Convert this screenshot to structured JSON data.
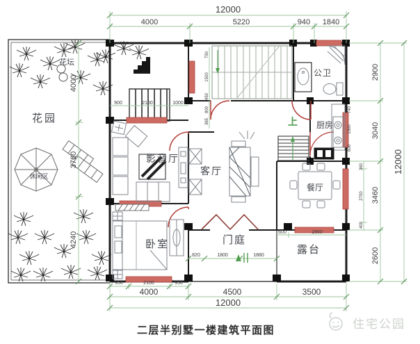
{
  "page": {
    "caption": "二层半别墅一楼建筑平面图",
    "watermark": "住宅公园"
  },
  "colors": {
    "wall": "#1c1c1c",
    "window_red": "#cd6b63",
    "door_red": "#b23b35",
    "dim_green": "#9dc49d",
    "text_dark": "#3d3d3d",
    "stair_green": "#4f9e4f",
    "watermark_gray": "#cdd2cd"
  },
  "rooms": {
    "flower_bed": "花坛",
    "garden": "花园",
    "leisure_area": "休闲区",
    "media_room": "影音厅",
    "living_room": "客厅",
    "bathroom": "公卫",
    "kitchen": "厨房",
    "up_label": "上",
    "dining_room": "餐厅",
    "bedroom": "卧室",
    "foyer": "门庭",
    "terrace": "露台"
  },
  "dims": {
    "top": {
      "total": "12000",
      "segments": [
        "4000",
        "5220",
        "940",
        "1840"
      ]
    },
    "bottom": {
      "total": "12000",
      "segments": [
        "4000",
        "4500",
        "3500"
      ],
      "sub": [
        "950",
        "2100",
        "950"
      ]
    },
    "left": {
      "segments": [
        "4000",
        "3760",
        "4240"
      ]
    },
    "right": {
      "total": "12000",
      "segments": [
        "2900",
        "3040",
        "3460",
        "2600"
      ],
      "sub": [
        "360",
        "2700",
        "400"
      ],
      "wall_sub": [
        "740",
        "1500",
        "600"
      ]
    },
    "interior": {
      "media_north": [
        "900",
        "2100",
        "1000"
      ],
      "stair_side": [
        "750",
        "1500",
        "450",
        "800",
        "365"
      ],
      "foyer": [
        "820",
        "1800",
        "1880"
      ],
      "dining_south": [
        "600",
        "2900"
      ]
    }
  }
}
